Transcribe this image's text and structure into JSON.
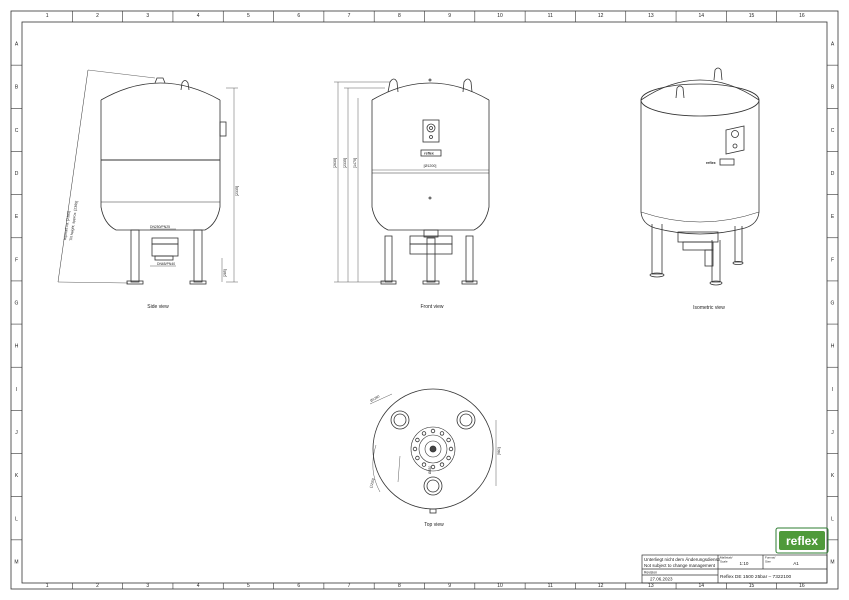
{
  "drawing": {
    "column_labels": [
      "1",
      "2",
      "3",
      "4",
      "5",
      "6",
      "7",
      "8",
      "9",
      "10",
      "11",
      "12",
      "13",
      "14",
      "15",
      "16"
    ],
    "row_labels": [
      "A",
      "B",
      "C",
      "D",
      "E",
      "F",
      "G",
      "H",
      "I",
      "J",
      "K",
      "L",
      "M"
    ],
    "views": {
      "side": "Side view",
      "front": "Front view",
      "isometric": "Isometric view",
      "top": "Top view"
    },
    "dimensions": {
      "side_tilt_1": "Kipmaß ca. [2365]",
      "side_tilt_2": "Tilt height, approx. [2365]",
      "side_height": "[2335]",
      "side_connection_1": "DN250/PN25",
      "side_connection_2": "DN65/PN40",
      "side_leg": "[285]",
      "front_total": "[2630]",
      "front_height_2": "[2335]",
      "front_height_3": "[1470]",
      "front_diameter": "[Ø1200]",
      "top_dim_a": "Ø1280",
      "top_dim_b": "[980]",
      "top_dim_c": "Ø830",
      "top_dim_d": "[1220]"
    }
  },
  "title_block": {
    "logo": "reflex",
    "note_de": "Unterliegt nicht dem Änderungsdienst/",
    "note_en": "Not subject to change management",
    "revision_label": "Revision",
    "revision_date": "27.06.2023",
    "scale_label_1": "Maßstab/",
    "scale_label_2": "Scale",
    "scale_value": "1:10",
    "format_label_1": "Format/",
    "format_label_2": "Size",
    "format_value": "A1",
    "product": "Reflex DE 1500 25bar  –  7322100"
  }
}
